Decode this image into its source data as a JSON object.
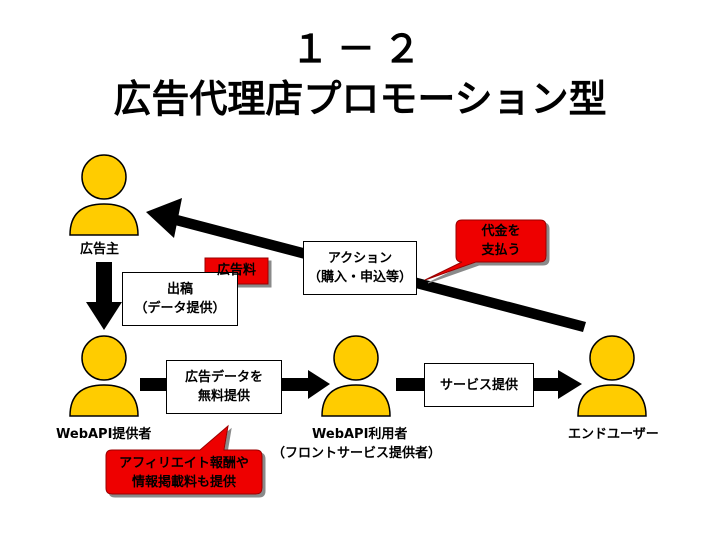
{
  "title": {
    "line1": "１－２",
    "line2": "広告代理店プロモーション型"
  },
  "actors": {
    "advertiser": "広告主",
    "api_provider": "WebAPI提供者",
    "api_user": "WebAPI利用者",
    "api_user_sub": "（フロントサービス提供者）",
    "end_user": "エンドユーザー"
  },
  "boxes": {
    "submission": [
      "出稿",
      "（データ提供）"
    ],
    "ad_data": [
      "広告データを",
      "無料提供"
    ],
    "action": [
      "アクション",
      "（購入・申込等）"
    ],
    "service": "サービス提供"
  },
  "callouts": {
    "ad_fee": "広告料",
    "payment": [
      "代金を",
      "支払う"
    ],
    "affiliate": [
      "アフィリエイト報酬や",
      "情報掲載料も提供"
    ]
  },
  "colors": {
    "person": "#FFCC00",
    "callout": "#EE0000"
  }
}
